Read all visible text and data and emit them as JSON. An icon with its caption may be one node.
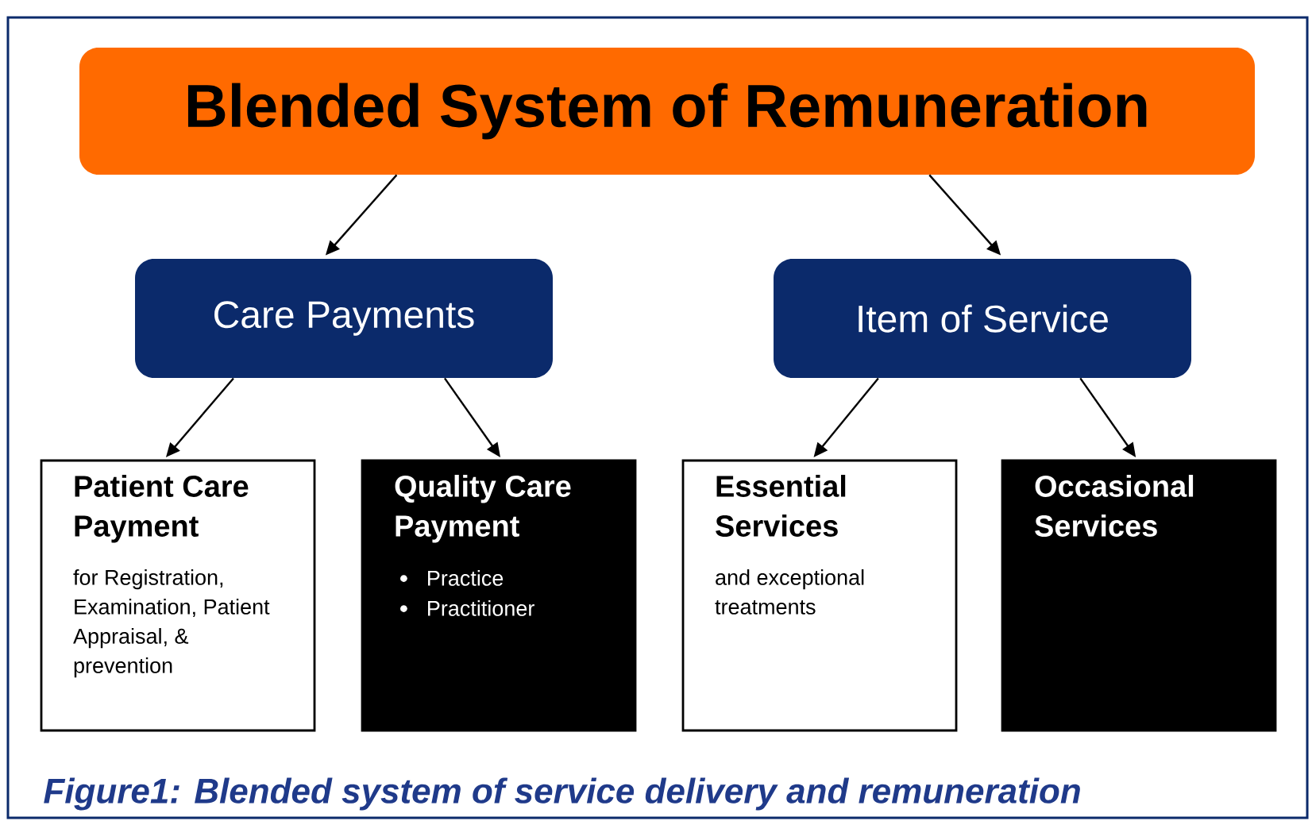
{
  "diagram": {
    "caption": "Figure1: Blended system of service delivery and remuneration",
    "nodes": [
      {
        "text": [
          "Blended System of Remuneration"
        ]
      },
      {
        "text": [
          "Care Payments"
        ]
      },
      {
        "text": [
          "Item of Service"
        ]
      },
      {
        "text": [
          "Patient Care Payment",
          "for Registration, Examination, Patient Appraisal, & prevention"
        ]
      },
      {
        "text": [
          "Quality Care Payment",
          "Practice",
          "Practitioner"
        ]
      },
      {
        "text": [
          "Essential Services",
          "and exceptional treatments"
        ]
      },
      {
        "text": [
          "Occasional Services"
        ]
      }
    ],
    "edges": [
      {
        "from": 0,
        "to": 1,
        "arrow": "to"
      },
      {
        "from": 0,
        "to": 2,
        "arrow": "to"
      },
      {
        "from": 1,
        "to": 3,
        "arrow": "to"
      },
      {
        "from": 1,
        "to": 4,
        "arrow": "to"
      },
      {
        "from": 2,
        "to": 5,
        "arrow": "to"
      },
      {
        "from": 2,
        "to": 6,
        "arrow": "to"
      }
    ]
  }
}
